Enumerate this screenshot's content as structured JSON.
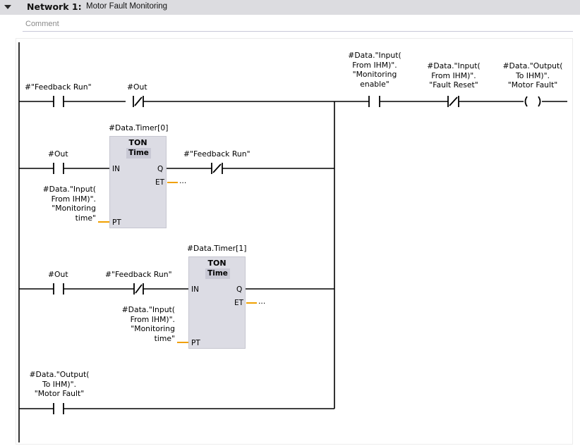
{
  "network": {
    "title": "Network 1:",
    "name": "Motor Fault Monitoring",
    "comment_placeholder": "Comment"
  },
  "rungs": {
    "r1": {
      "c1_label": "#\"Feedback Run\"",
      "c2_label": "#Out",
      "c3_label": "#Data.\"Input(\nFrom IHM)\".\n\"Monitoring\nenable\"",
      "c4_label": "#Data.\"Input(\nFrom IHM)\".\n\"Fault Reset\"",
      "coil_label": "#Data.\"Output(\nTo IHM)\".\n\"Motor Fault\""
    },
    "r2": {
      "c1_label": "#Out",
      "timer_instance": "#Data.Timer[0]",
      "timer_type": "TON",
      "timer_sub": "Time",
      "pin_in": "IN",
      "pin_q": "Q",
      "pin_et": "ET",
      "pin_pt": "PT",
      "et_value": "...",
      "pt_label": "#Data.\"Input(\nFrom IHM)\".\n\"Monitoring\ntime\"",
      "c2_label": "#\"Feedback Run\""
    },
    "r3": {
      "c1_label": "#Out",
      "c2_label": "#\"Feedback Run\"",
      "timer_instance": "#Data.Timer[1]",
      "timer_type": "TON",
      "timer_sub": "Time",
      "pin_in": "IN",
      "pin_q": "Q",
      "pin_et": "ET",
      "pin_pt": "PT",
      "et_value": "...",
      "pt_label": "#Data.\"Input(\nFrom IHM)\".\n\"Monitoring\ntime\""
    },
    "r4": {
      "c1_label": "#Data.\"Output(\nTo IHM)\".\n\"Motor Fault\""
    }
  },
  "colors": {
    "header_bg": "#dcdce0",
    "block_bg": "#dcdce4",
    "wire": "#000000",
    "param_line": "#f0a000"
  }
}
